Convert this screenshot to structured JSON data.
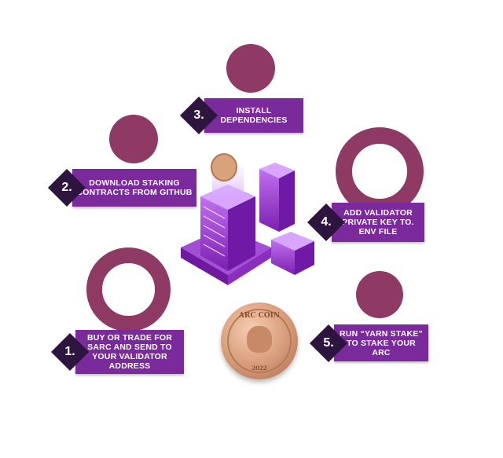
{
  "steps": [
    {
      "number": "1.",
      "text": "BUY OR TRADE FOR SARC AND SEND TO YOUR VALIDATOR ADDRESS"
    },
    {
      "number": "2.",
      "text": "DOWNLOAD STAKING CONTRACTS FROM GITHUB"
    },
    {
      "number": "3.",
      "text": "INSTALL DEPENDENCIES"
    },
    {
      "number": "4.",
      "text": "ADD VALIDATOR PRIVATE KEY TO. ENV FILE"
    },
    {
      "number": "5.",
      "text": "RUN “YARN STAKE” TO STAKE YOUR ARC"
    }
  ],
  "coin": {
    "top_text": "ARC COIN",
    "bottom_text": "2022"
  },
  "colors": {
    "circle": "#8e3a65",
    "label_bg": "#7a2a9b",
    "number_bg": "#2d1540",
    "building": "#9b3fd0"
  }
}
